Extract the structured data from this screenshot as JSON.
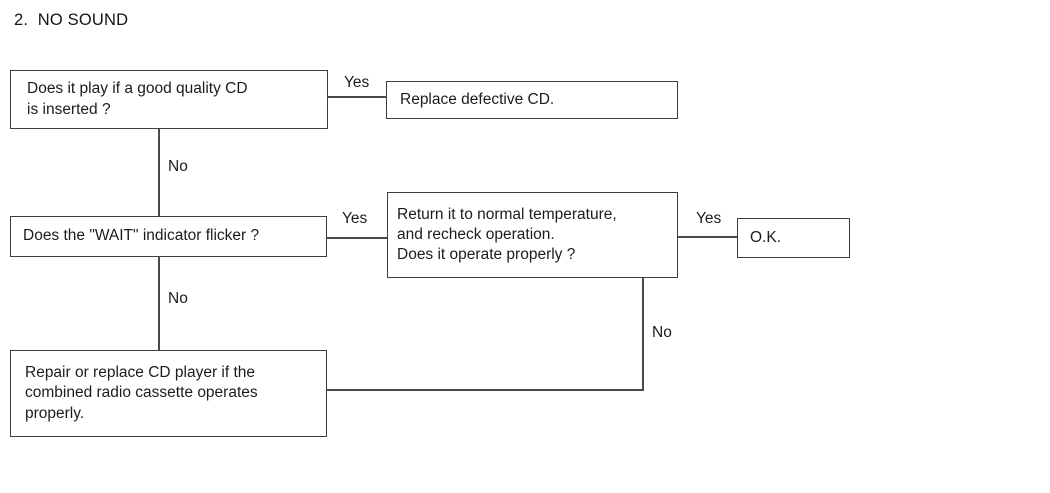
{
  "title": "2.  NO SOUND",
  "nodes": {
    "q_cd": {
      "text": "Does it play if a good quality CD\nis inserted ?"
    },
    "replace": {
      "text": "Replace defective CD."
    },
    "q_wait": {
      "text": "Does the \"WAIT\" indicator flicker ?"
    },
    "recheck": {
      "text": "Return it to normal temperature,\nand recheck operation.\nDoes it operate properly ?"
    },
    "ok": {
      "text": "O.K."
    },
    "repair": {
      "text": "Repair or replace CD player if the\ncombined radio cassette operates\nproperly."
    }
  },
  "edges": [
    {
      "from": "q_cd",
      "to": "replace",
      "label": "Yes"
    },
    {
      "from": "q_cd",
      "to": "q_wait",
      "label": "No"
    },
    {
      "from": "q_wait",
      "to": "recheck",
      "label": "Yes"
    },
    {
      "from": "recheck",
      "to": "ok",
      "label": "Yes"
    },
    {
      "from": "q_wait",
      "to": "repair",
      "label": "No"
    },
    {
      "from": "recheck",
      "to": "repair",
      "label": "No"
    }
  ],
  "colors": {
    "background": "#ffffff",
    "line": "#4a4a4a",
    "border": "#3d3d3d",
    "text": "#1c1c1c"
  }
}
